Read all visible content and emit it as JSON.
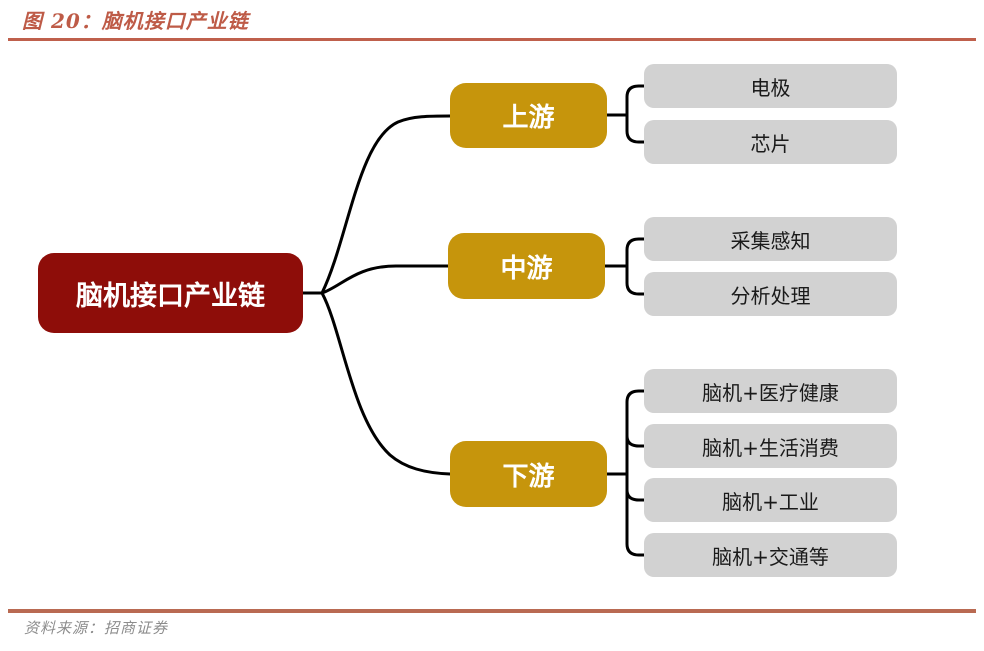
{
  "title": "图 20：脑机接口产业链",
  "source": "资料来源：招商证券",
  "colors": {
    "accent_red": "#be5b47",
    "rule_top": "#bf604c",
    "rule_bottom": "#b96a52",
    "node_red": "#8e0d09",
    "node_gold": "#c6950c",
    "leaf_gray": "#d2d2d2",
    "connector": "#000000",
    "source_gray": "#8d8d8d"
  },
  "diagram": {
    "root": {
      "label": "脑机接口产业链"
    },
    "branches": [
      {
        "label": "上游",
        "children": [
          "电极",
          "芯片"
        ]
      },
      {
        "label": "中游",
        "children": [
          "采集感知",
          "分析处理"
        ]
      },
      {
        "label": "下游",
        "children": [
          "脑机+医疗健康",
          "脑机+生活消费",
          "脑机+工业",
          "脑机+交通等"
        ]
      }
    ]
  }
}
